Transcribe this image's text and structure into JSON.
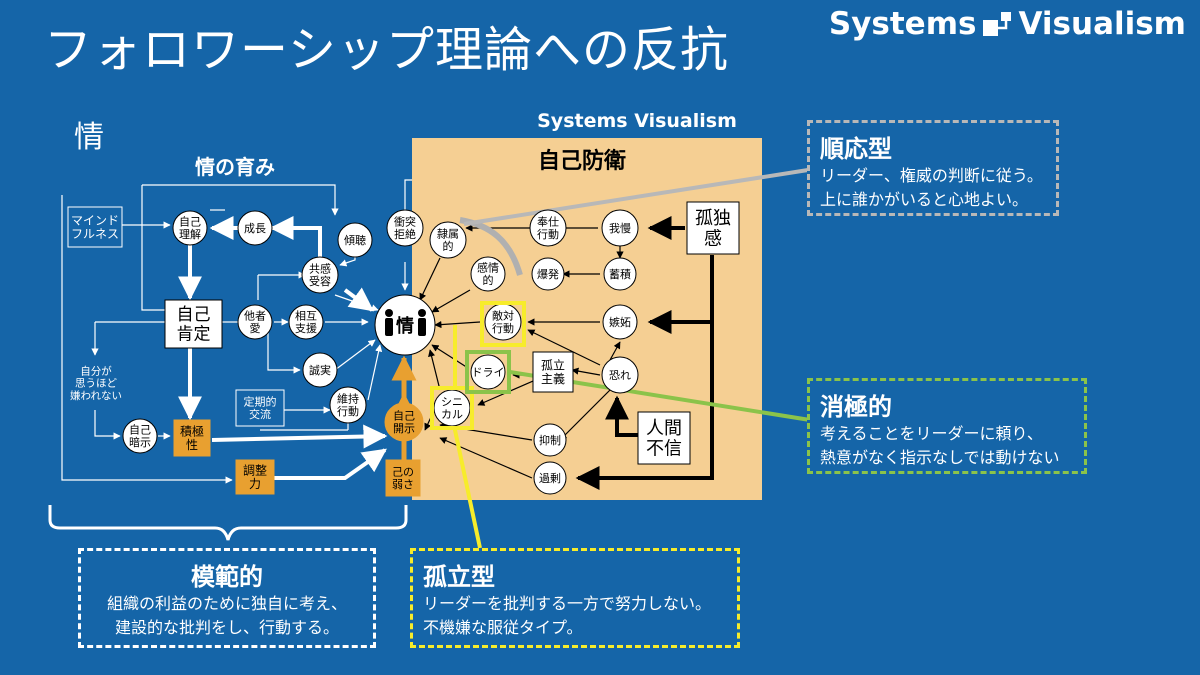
{
  "header": {
    "title": "フォロワーシップ理論への反抗",
    "brand_left": "Systems",
    "brand_right": "Visualism"
  },
  "section_label": "情",
  "diagram": {
    "panel_title_left": "情の育み",
    "panel_title_right": "自己防衛",
    "panel_brand": "Systems Visualism",
    "center_label": "情",
    "nodes": {
      "mindfulness": "マインド\nフルネス",
      "self_understanding": "自己\n理解",
      "growth": "成長",
      "listening": "傾聴",
      "clash": "衝突\n拒絶",
      "empathy": "共感\n受容",
      "self_affirmation": "自己\n肯定",
      "altruism": "他者\n愛",
      "mutual_support": "相互\n支援",
      "sincerity": "誠実",
      "liked_less": "自分が\n思うほど\n嫌われない",
      "regular_exchange": "定期的\n交流",
      "maintenance": "維持\n行動",
      "self_suggestion": "自己\n暗示",
      "proactive": "積極\n性",
      "adjustment": "調整\n力",
      "weakness": "己の\n弱さ",
      "self_disclosure": "自己\n開示",
      "subordination": "隷属\n的",
      "emotional": "感情\n的",
      "hostile": "敵対\n行動",
      "dry": "ドライ",
      "cynical": "シニ\nカル",
      "isolationism": "孤立\n主義",
      "service": "奉仕\n行動",
      "outburst": "爆発",
      "patience": "我慢",
      "accumulation": "蓄積",
      "jealousy": "嫉妬",
      "fear": "恐れ",
      "suppression": "抑制",
      "overjudgment": "過剰",
      "loneliness": "孤独\n感",
      "distrust": "人間\n不信"
    }
  },
  "callouts": {
    "conformist": {
      "heading": "順応型",
      "lines": [
        "リーダー、権威の判断に従う。",
        "上に誰かがいると心地よい。"
      ],
      "color": "#b8b8b8"
    },
    "passive": {
      "heading": "消極的",
      "lines": [
        "考えることをリーダーに頼り、",
        "熱意がなく指示なしでは動けない"
      ],
      "color": "#8bc34a"
    },
    "exemplary": {
      "heading": "模範的",
      "lines": [
        "組織の利益のために独自に考え、",
        "建設的な批判をし、行動する。"
      ],
      "color": "#ffffff"
    },
    "alienated": {
      "heading": "孤立型",
      "lines": [
        "リーダーを批判する一方で努力しない。",
        "不機嫌な服従タイプ。"
      ],
      "color": "#f7ec2b"
    }
  },
  "colors": {
    "background": "#1565a8",
    "panel": "#f5cf93",
    "orange_box": "#e8a030",
    "orange_arrow": "#e8a030",
    "yellow": "#f7ec2b",
    "green": "#8bc34a",
    "grey": "#b8b8b8"
  }
}
